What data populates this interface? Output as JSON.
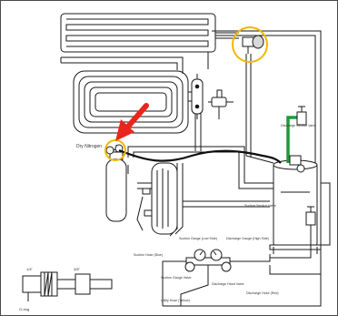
{
  "colors": {
    "line": "#1a1a1a",
    "highlight_circle": "#f0b800",
    "arrow": "#e8261d",
    "green_tube": "#1f9a3a",
    "hose": "#0f0f0f"
  },
  "labels": {
    "dry_nitrogen": "Dry Nitrogen",
    "discharge_service_valve": "Discharge Service Valve",
    "discharge_gauge": "Discharge Gauge (High Side)",
    "suction_gauge": "Suction Gauge (Low Side)",
    "suction_service_valve": "Suction Service Valve",
    "suction_hose_blue": "Suction Hose (Blue)",
    "suction_gauge_valve": "Suction Gauge Valve",
    "discharge_hand_valve": "Discharge Hand Valve",
    "discharge_hose_red": "Discharge Hose (Red)",
    "utility_hose_yellow": "Utility Hose (Yellow)",
    "fitting_a": "1/4\"",
    "fitting_b": "3/8\"",
    "o_ring": "O-ring"
  },
  "icons": {
    "pointer": "red-arrow-icon",
    "highlight": "yellow-circle-icon"
  }
}
